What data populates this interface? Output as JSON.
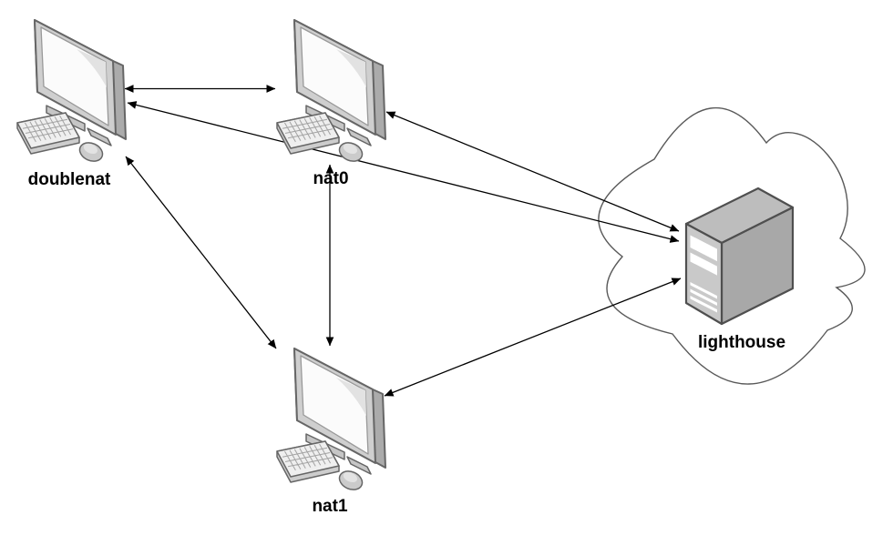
{
  "diagram": {
    "type": "network-topology",
    "background": "#ffffff",
    "nodes": [
      {
        "id": "doublenat",
        "label": "doublenat",
        "shape": "desktop-computer-icon"
      },
      {
        "id": "nat0",
        "label": "nat0",
        "shape": "desktop-computer-icon"
      },
      {
        "id": "nat1",
        "label": "nat1",
        "shape": "desktop-computer-icon"
      },
      {
        "id": "lighthouse",
        "label": "lighthouse",
        "shape": "server-tower-icon",
        "container": "cloud-shape"
      }
    ],
    "edges": [
      {
        "from": "doublenat",
        "to": "nat0",
        "arrows": "both"
      },
      {
        "from": "doublenat",
        "to": "lighthouse",
        "arrows": "both"
      },
      {
        "from": "nat0",
        "to": "lighthouse",
        "arrows": "both"
      },
      {
        "from": "doublenat",
        "to": "nat1",
        "arrows": "both"
      },
      {
        "from": "nat0",
        "to": "nat1",
        "arrows": "both"
      },
      {
        "from": "nat1",
        "to": "lighthouse",
        "arrows": "both"
      }
    ],
    "colors": {
      "edge_line": "#000000",
      "cloud_outline": "#595959",
      "icon_stroke": "#666666",
      "monitor_bezel": "#cfcfcf",
      "monitor_side": "#ababab",
      "screen": "#fbfbfb",
      "screen_reflection": "#e2e2e2",
      "keyboard_top": "#efefef",
      "server_left_face": "#c9c9c9",
      "server_right_face": "#a8a8a8",
      "server_top_face": "#bdbdbd",
      "server_bay": "#ffffff",
      "label_text": "#000000"
    }
  }
}
